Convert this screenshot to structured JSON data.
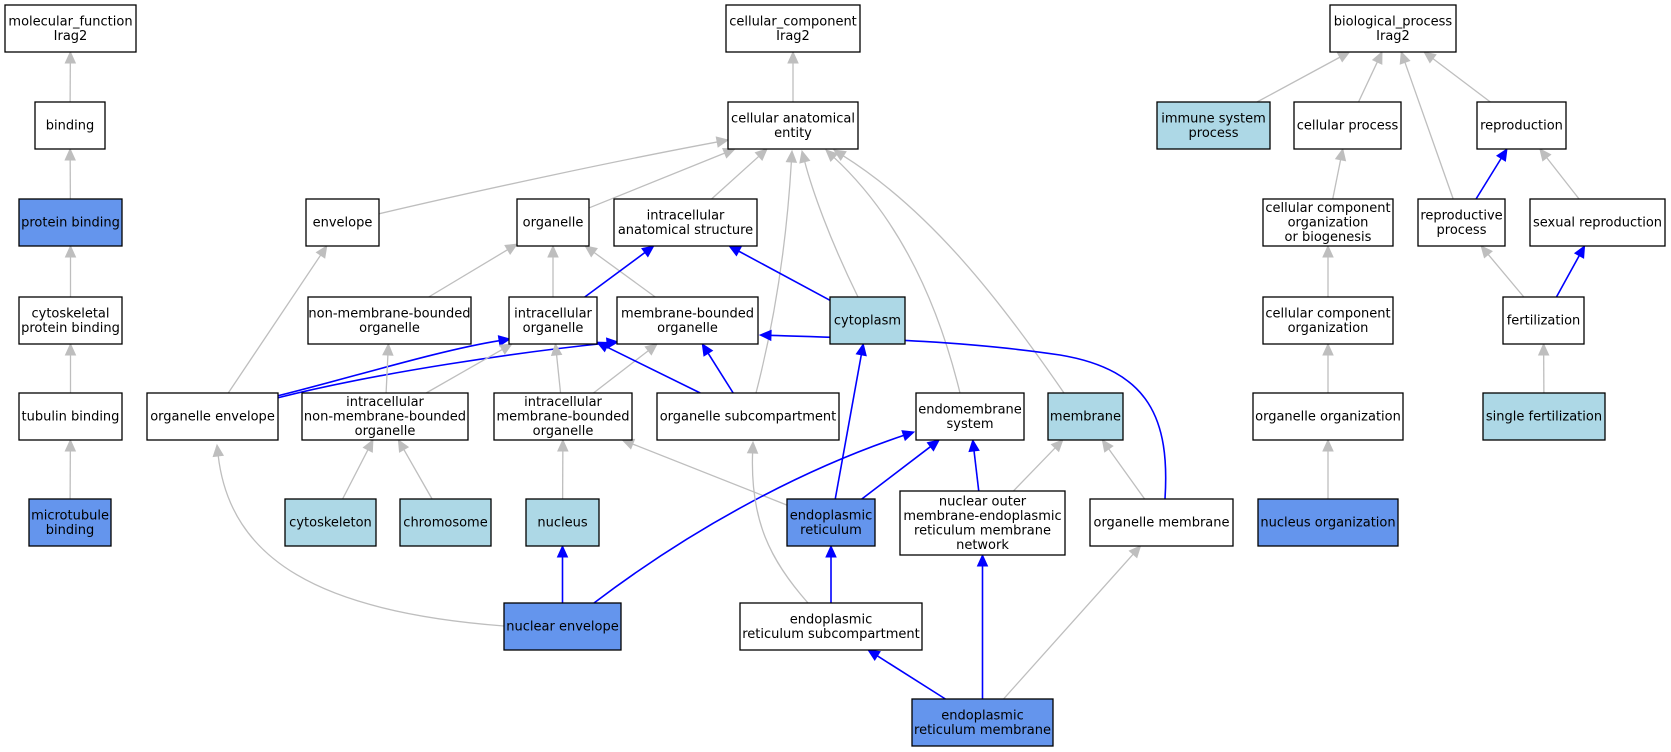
{
  "colors": {
    "white": "#ffffff",
    "light": "#add8e6",
    "dark": "#6495ed",
    "edge_is_a": "#bebebe",
    "edge_part_of": "#0000ff"
  },
  "nodes": [
    {
      "id": "molecular-function",
      "lines": [
        "molecular_function",
        "Irag2"
      ],
      "fill": "white"
    },
    {
      "id": "binding",
      "lines": [
        "binding"
      ],
      "fill": "white"
    },
    {
      "id": "protein-binding",
      "lines": [
        "protein binding"
      ],
      "fill": "dark"
    },
    {
      "id": "cytoskeletal-protein-binding",
      "lines": [
        "cytoskeletal",
        "protein binding"
      ],
      "fill": "white"
    },
    {
      "id": "tubulin-binding",
      "lines": [
        "tubulin binding"
      ],
      "fill": "white"
    },
    {
      "id": "microtubule-binding",
      "lines": [
        "microtubule",
        "binding"
      ],
      "fill": "dark"
    },
    {
      "id": "cellular-component",
      "lines": [
        "cellular_component",
        "Irag2"
      ],
      "fill": "white"
    },
    {
      "id": "cellular-anatomical-entity",
      "lines": [
        "cellular anatomical",
        "entity"
      ],
      "fill": "white"
    },
    {
      "id": "envelope",
      "lines": [
        "envelope"
      ],
      "fill": "white"
    },
    {
      "id": "organelle",
      "lines": [
        "organelle"
      ],
      "fill": "white"
    },
    {
      "id": "intracellular-anatomical-structure",
      "lines": [
        "intracellular",
        "anatomical structure"
      ],
      "fill": "white"
    },
    {
      "id": "non-membrane-bounded-organelle",
      "lines": [
        "non-membrane-bounded",
        "organelle"
      ],
      "fill": "white"
    },
    {
      "id": "intracellular-organelle",
      "lines": [
        "intracellular",
        "organelle"
      ],
      "fill": "white"
    },
    {
      "id": "membrane-bounded-organelle",
      "lines": [
        "membrane-bounded",
        "organelle"
      ],
      "fill": "white"
    },
    {
      "id": "cytoplasm",
      "lines": [
        "cytoplasm"
      ],
      "fill": "light"
    },
    {
      "id": "organelle-envelope",
      "lines": [
        "organelle envelope"
      ],
      "fill": "white"
    },
    {
      "id": "intracellular-non-membrane-bounded-organelle",
      "lines": [
        "intracellular",
        "non-membrane-bounded",
        "organelle"
      ],
      "fill": "white"
    },
    {
      "id": "intracellular-membrane-bounded-organelle",
      "lines": [
        "intracellular",
        "membrane-bounded",
        "organelle"
      ],
      "fill": "white"
    },
    {
      "id": "organelle-subcompartment",
      "lines": [
        "organelle subcompartment"
      ],
      "fill": "white"
    },
    {
      "id": "endomembrane-system",
      "lines": [
        "endomembrane",
        "system"
      ],
      "fill": "white"
    },
    {
      "id": "membrane",
      "lines": [
        "membrane"
      ],
      "fill": "light"
    },
    {
      "id": "cytoskeleton",
      "lines": [
        "cytoskeleton"
      ],
      "fill": "light"
    },
    {
      "id": "chromosome",
      "lines": [
        "chromosome"
      ],
      "fill": "light"
    },
    {
      "id": "nucleus",
      "lines": [
        "nucleus"
      ],
      "fill": "light"
    },
    {
      "id": "endoplasmic-reticulum",
      "lines": [
        "endoplasmic",
        "reticulum"
      ],
      "fill": "dark"
    },
    {
      "id": "nuclear-outer-membrane-er-network",
      "lines": [
        "nuclear outer",
        "membrane-endoplasmic",
        "reticulum membrane",
        "network"
      ],
      "fill": "white"
    },
    {
      "id": "organelle-membrane",
      "lines": [
        "organelle membrane"
      ],
      "fill": "white"
    },
    {
      "id": "nuclear-envelope",
      "lines": [
        "nuclear envelope"
      ],
      "fill": "dark"
    },
    {
      "id": "er-subcompartment",
      "lines": [
        "endoplasmic",
        "reticulum subcompartment"
      ],
      "fill": "white"
    },
    {
      "id": "er-membrane",
      "lines": [
        "endoplasmic",
        "reticulum membrane"
      ],
      "fill": "dark"
    },
    {
      "id": "biological-process",
      "lines": [
        "biological_process",
        "Irag2"
      ],
      "fill": "white"
    },
    {
      "id": "immune-system-process",
      "lines": [
        "immune system",
        "process"
      ],
      "fill": "light"
    },
    {
      "id": "cellular-process",
      "lines": [
        "cellular process"
      ],
      "fill": "white"
    },
    {
      "id": "reproduction",
      "lines": [
        "reproduction"
      ],
      "fill": "white"
    },
    {
      "id": "ccob",
      "lines": [
        "cellular component",
        "organization",
        "or biogenesis"
      ],
      "fill": "white"
    },
    {
      "id": "reproductive-process",
      "lines": [
        "reproductive",
        "process"
      ],
      "fill": "white"
    },
    {
      "id": "sexual-reproduction",
      "lines": [
        "sexual reproduction"
      ],
      "fill": "white"
    },
    {
      "id": "cellular-component-organization",
      "lines": [
        "cellular component",
        "organization"
      ],
      "fill": "white"
    },
    {
      "id": "fertilization",
      "lines": [
        "fertilization"
      ],
      "fill": "white"
    },
    {
      "id": "organelle-organization",
      "lines": [
        "organelle organization"
      ],
      "fill": "white"
    },
    {
      "id": "single-fertilization",
      "lines": [
        "single fertilization"
      ],
      "fill": "light"
    },
    {
      "id": "nucleus-organization",
      "lines": [
        "nucleus organization"
      ],
      "fill": "dark"
    }
  ],
  "edges": [
    {
      "from": "binding",
      "to": "molecular-function",
      "type": "is_a"
    },
    {
      "from": "protein-binding",
      "to": "binding",
      "type": "is_a"
    },
    {
      "from": "cytoskeletal-protein-binding",
      "to": "protein-binding",
      "type": "is_a"
    },
    {
      "from": "tubulin-binding",
      "to": "cytoskeletal-protein-binding",
      "type": "is_a"
    },
    {
      "from": "microtubule-binding",
      "to": "tubulin-binding",
      "type": "is_a"
    },
    {
      "from": "cellular-anatomical-entity",
      "to": "cellular-component",
      "type": "is_a"
    },
    {
      "from": "envelope",
      "to": "cellular-anatomical-entity",
      "type": "is_a"
    },
    {
      "from": "organelle",
      "to": "cellular-anatomical-entity",
      "type": "is_a"
    },
    {
      "from": "intracellular-anatomical-structure",
      "to": "cellular-anatomical-entity",
      "type": "is_a"
    },
    {
      "from": "cytoplasm",
      "to": "cellular-anatomical-entity",
      "type": "is_a"
    },
    {
      "from": "organelle-subcompartment",
      "to": "cellular-anatomical-entity",
      "type": "is_a"
    },
    {
      "from": "endomembrane-system",
      "to": "cellular-anatomical-entity",
      "type": "is_a"
    },
    {
      "from": "membrane",
      "to": "cellular-anatomical-entity",
      "type": "is_a"
    },
    {
      "from": "non-membrane-bounded-organelle",
      "to": "organelle",
      "type": "is_a"
    },
    {
      "from": "intracellular-organelle",
      "to": "organelle",
      "type": "is_a"
    },
    {
      "from": "membrane-bounded-organelle",
      "to": "organelle",
      "type": "is_a"
    },
    {
      "from": "intracellular-organelle",
      "to": "intracellular-anatomical-structure",
      "type": "part_of"
    },
    {
      "from": "cytoplasm",
      "to": "intracellular-anatomical-structure",
      "type": "part_of"
    },
    {
      "from": "organelle-envelope",
      "to": "envelope",
      "type": "is_a"
    },
    {
      "from": "organelle-envelope",
      "to": "intracellular-organelle",
      "type": "part_of"
    },
    {
      "from": "organelle-envelope",
      "to": "membrane-bounded-organelle",
      "type": "part_of"
    },
    {
      "from": "intracellular-non-membrane-bounded-organelle",
      "to": "non-membrane-bounded-organelle",
      "type": "is_a"
    },
    {
      "from": "intracellular-non-membrane-bounded-organelle",
      "to": "intracellular-organelle",
      "type": "is_a"
    },
    {
      "from": "intracellular-membrane-bounded-organelle",
      "to": "intracellular-organelle",
      "type": "is_a"
    },
    {
      "from": "intracellular-membrane-bounded-organelle",
      "to": "membrane-bounded-organelle",
      "type": "is_a"
    },
    {
      "from": "organelle-subcompartment",
      "to": "intracellular-organelle",
      "type": "part_of"
    },
    {
      "from": "organelle-subcompartment",
      "to": "membrane-bounded-organelle",
      "type": "part_of"
    },
    {
      "from": "cytoskeleton",
      "to": "intracellular-non-membrane-bounded-organelle",
      "type": "is_a"
    },
    {
      "from": "chromosome",
      "to": "intracellular-non-membrane-bounded-organelle",
      "type": "is_a"
    },
    {
      "from": "nucleus",
      "to": "intracellular-membrane-bounded-organelle",
      "type": "is_a"
    },
    {
      "from": "endoplasmic-reticulum",
      "to": "intracellular-membrane-bounded-organelle",
      "type": "is_a"
    },
    {
      "from": "endoplasmic-reticulum",
      "to": "cytoplasm",
      "type": "part_of"
    },
    {
      "from": "endoplasmic-reticulum",
      "to": "endomembrane-system",
      "type": "part_of"
    },
    {
      "from": "nuclear-outer-membrane-er-network",
      "to": "endomembrane-system",
      "type": "part_of"
    },
    {
      "from": "nuclear-outer-membrane-er-network",
      "to": "membrane",
      "type": "is_a"
    },
    {
      "from": "organelle-membrane",
      "to": "membrane",
      "type": "is_a"
    },
    {
      "from": "organelle-membrane",
      "to": "membrane-bounded-organelle",
      "type": "part_of"
    },
    {
      "from": "nuclear-envelope",
      "to": "organelle-envelope",
      "type": "is_a"
    },
    {
      "from": "nuclear-envelope",
      "to": "nucleus",
      "type": "part_of"
    },
    {
      "from": "nuclear-envelope",
      "to": "endomembrane-system",
      "type": "part_of"
    },
    {
      "from": "er-subcompartment",
      "to": "organelle-subcompartment",
      "type": "is_a"
    },
    {
      "from": "er-subcompartment",
      "to": "endoplasmic-reticulum",
      "type": "part_of"
    },
    {
      "from": "er-membrane",
      "to": "er-subcompartment",
      "type": "part_of"
    },
    {
      "from": "er-membrane",
      "to": "nuclear-outer-membrane-er-network",
      "type": "part_of"
    },
    {
      "from": "er-membrane",
      "to": "organelle-membrane",
      "type": "is_a"
    },
    {
      "from": "immune-system-process",
      "to": "biological-process",
      "type": "is_a"
    },
    {
      "from": "cellular-process",
      "to": "biological-process",
      "type": "is_a"
    },
    {
      "from": "reproduction",
      "to": "biological-process",
      "type": "is_a"
    },
    {
      "from": "reproductive-process",
      "to": "biological-process",
      "type": "is_a"
    },
    {
      "from": "ccob",
      "to": "cellular-process",
      "type": "is_a"
    },
    {
      "from": "reproductive-process",
      "to": "reproduction",
      "type": "part_of"
    },
    {
      "from": "sexual-reproduction",
      "to": "reproduction",
      "type": "is_a"
    },
    {
      "from": "cellular-component-organization",
      "to": "ccob",
      "type": "is_a"
    },
    {
      "from": "fertilization",
      "to": "reproductive-process",
      "type": "is_a"
    },
    {
      "from": "fertilization",
      "to": "sexual-reproduction",
      "type": "part_of"
    },
    {
      "from": "organelle-organization",
      "to": "cellular-component-organization",
      "type": "is_a"
    },
    {
      "from": "single-fertilization",
      "to": "fertilization",
      "type": "is_a"
    },
    {
      "from": "nucleus-organization",
      "to": "organelle-organization",
      "type": "is_a"
    }
  ]
}
